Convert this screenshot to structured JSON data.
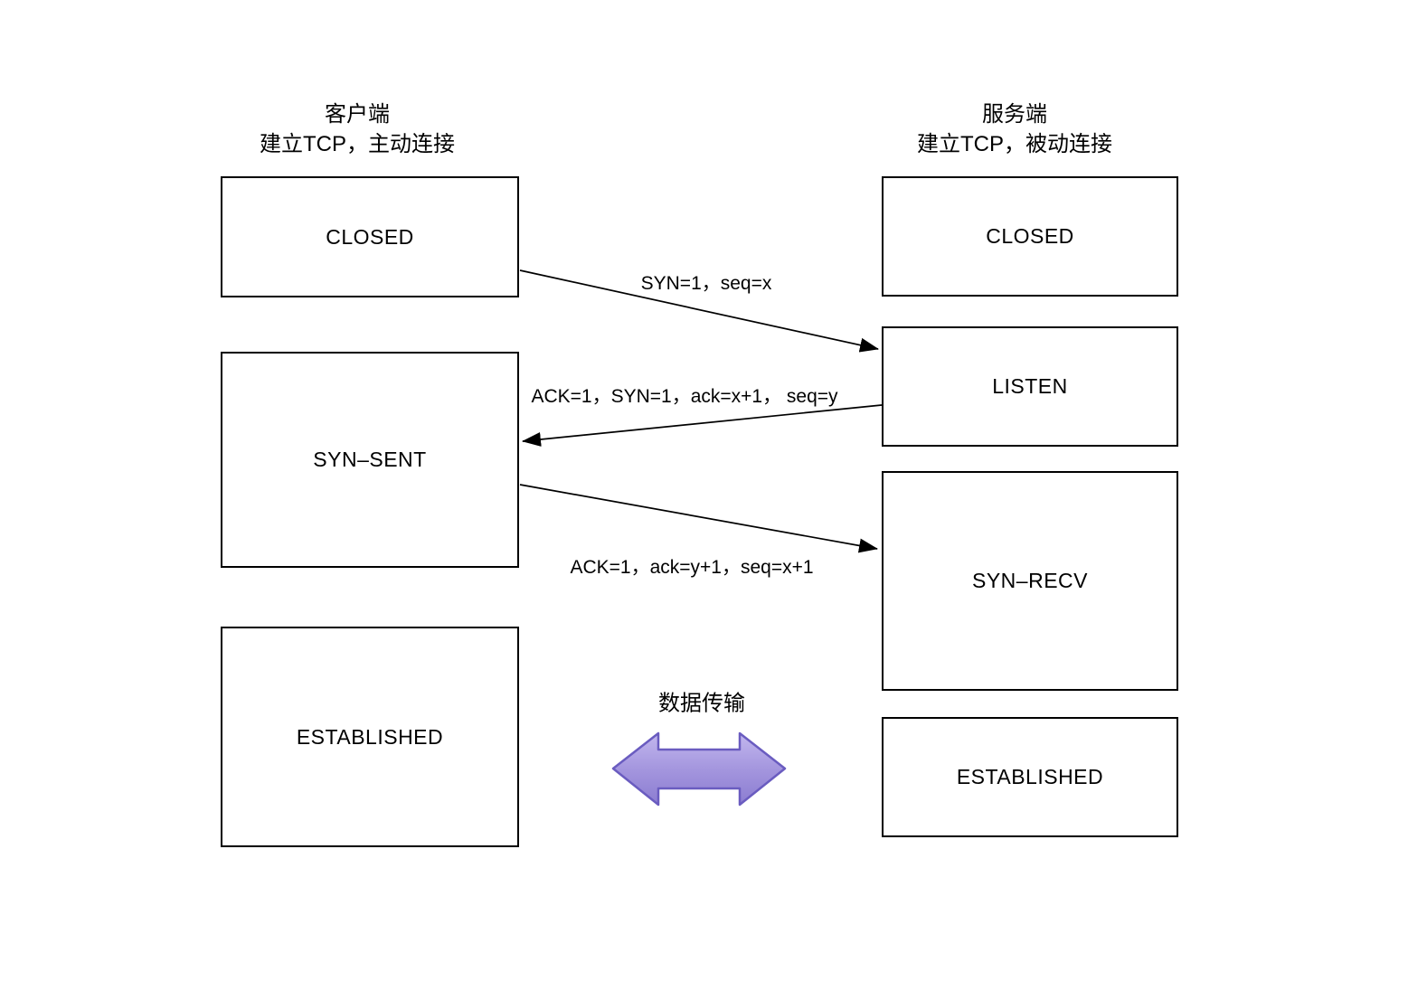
{
  "client": {
    "title": "客户端",
    "subtitle": "建立TCP，主动连接",
    "states": [
      {
        "label": "CLOSED"
      },
      {
        "label": "SYN–SENT"
      },
      {
        "label": "ESTABLISHED"
      }
    ]
  },
  "server": {
    "title": "服务端",
    "subtitle": "建立TCP，被动连接",
    "states": [
      {
        "label": "CLOSED"
      },
      {
        "label": "LISTEN"
      },
      {
        "label": "SYN–RECV"
      },
      {
        "label": "ESTABLISHED"
      }
    ]
  },
  "messages": [
    {
      "label": "SYN=1，seq=x",
      "from": "client CLOSED",
      "to": "server LISTEN"
    },
    {
      "label": "ACK=1，SYN=1，ack=x+1， seq=y",
      "from": "server LISTEN",
      "to": "client SYN–SENT"
    },
    {
      "label": "ACK=1，ack=y+1，seq=x+1",
      "from": "client SYN–SENT",
      "to": "server SYN–RECV"
    }
  ],
  "data_transfer": {
    "label": "数据传输"
  },
  "colors": {
    "line": "#000000",
    "box_border": "#000000",
    "arrow_fill_top": "#c2b7ee",
    "arrow_fill_mid": "#a496de",
    "arrow_fill_bottom": "#8b7cd1",
    "arrow_border": "#6a5cc0"
  }
}
